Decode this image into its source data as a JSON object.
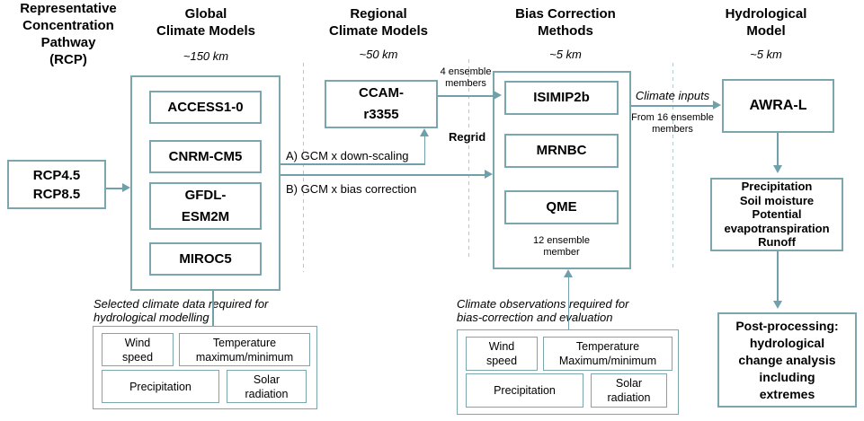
{
  "headers": {
    "rcp": {
      "title": "Representative\nConcentration\nPathway\n(RCP)"
    },
    "gcm": {
      "title": "Global\nClimate Models",
      "scale": "~150 km"
    },
    "rcm": {
      "title": "Regional\nClimate Models",
      "scale": "~50 km"
    },
    "bias": {
      "title": "Bias Correction\nMethods",
      "scale": "~5 km"
    },
    "hydro": {
      "title": "Hydrological\nModel",
      "scale": "~5 km"
    }
  },
  "nodes": {
    "rcp_scenarios": "RCP4.5\nRCP8.5",
    "gcm_models": [
      "ACCESS1-0",
      "CNRM-CM5",
      "GFDL-\nESM2M",
      "MIROC5"
    ],
    "rcm_model": "CCAM-\nr3355",
    "bias_methods": [
      "ISIMIP2b",
      "MRNBC",
      "QME"
    ],
    "hydro_model": "AWRA-L",
    "hydro_outputs": "Precipitation\nSoil moisture\nPotential\nevapotranspiration\nRunoff",
    "post_processing": "Post-processing:\nhydrological\nchange analysis\nincluding\nextremes"
  },
  "flow_labels": {
    "a_path": "A) GCM x down-scaling",
    "b_path": "B) GCM x bias correction",
    "regrid": "Regrid",
    "ensemble_4": "4 ensemble\nmembers",
    "ensemble_12": "12 ensemble\nmember",
    "climate_inputs": "Climate inputs",
    "from_16": "From 16 ensemble\nmembers"
  },
  "notes": {
    "selected_data": "Selected climate data required for\nhydrological modelling",
    "observations": "Climate observations required for\nbias-correction and evaluation"
  },
  "climate_data_left": {
    "wind": "Wind\nspeed",
    "temperature": "Temperature\nmaximum/minimum",
    "precipitation": "Precipitation",
    "solar": "Solar\nradiation"
  },
  "climate_data_mid": {
    "wind": "Wind\nspeed",
    "temperature": "Temperature\nMaximum/minimum",
    "precipitation": "Precipitation",
    "solar": "Solar\nradiation"
  },
  "colors": {
    "box_border": "#7ca6ae",
    "arrow": "#6fa0ab",
    "dashed_line": "#abcad0",
    "text": "#000000"
  }
}
